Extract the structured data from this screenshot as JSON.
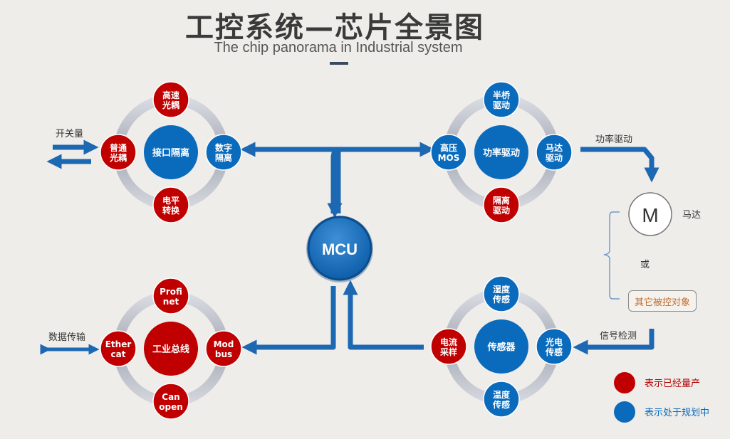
{
  "title": "工控系统—芯片全景图",
  "subtitle": "The chip panorama in Industrial system",
  "mcu": "MCU",
  "clusters": {
    "interface": {
      "center": "接口隔离",
      "top": [
        "高速",
        "光耦"
      ],
      "left": [
        "普通",
        "光耦"
      ],
      "right": [
        "数字",
        "隔离"
      ],
      "bottom": [
        "电平",
        "转换"
      ],
      "side_label": "开关量"
    },
    "power": {
      "center": "功率驱动",
      "top": [
        "半桥",
        "驱动"
      ],
      "left": [
        "高压",
        "MOS"
      ],
      "right": [
        "马达",
        "驱动"
      ],
      "bottom": [
        "隔离",
        "驱动"
      ],
      "side_label": "功率驱动"
    },
    "bus": {
      "center": "工业总线",
      "top": [
        "Profi",
        "net"
      ],
      "left": [
        "Ether",
        "cat"
      ],
      "right": [
        "Mod",
        "bus"
      ],
      "bottom": [
        "Can",
        "open"
      ],
      "side_label": "数据传输"
    },
    "sensor": {
      "center": "传感器",
      "top": [
        "湿度",
        "传感"
      ],
      "left": [
        "电流",
        "采样"
      ],
      "right": [
        "光电",
        "传感"
      ],
      "bottom": [
        "温度",
        "传感"
      ],
      "side_label": "信号检测"
    }
  },
  "motor": {
    "symbol": "M",
    "label": "马达"
  },
  "or_text": "或",
  "other_object": "其它被控对象",
  "legend": [
    {
      "color": "#c00000",
      "text": "表示已经量产"
    },
    {
      "color": "#0a6bbd",
      "text": "表示处于规划中"
    }
  ],
  "colors": {
    "red": "#c00000",
    "blue": "#0a6bbd",
    "ring": "#b8bbc4"
  }
}
